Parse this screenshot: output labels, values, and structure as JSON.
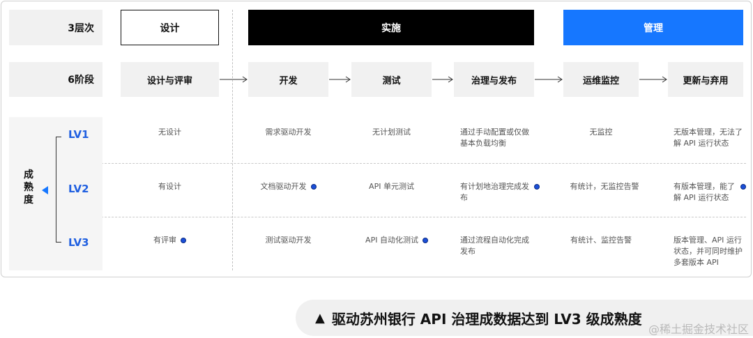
{
  "rows": {
    "layers_label": "3层次",
    "stages_label": "6阶段"
  },
  "layers": [
    {
      "label": "设计"
    },
    {
      "label": "实施"
    },
    {
      "label": "管理"
    }
  ],
  "stages": [
    {
      "label": "设计与评审"
    },
    {
      "label": "开发"
    },
    {
      "label": "测试"
    },
    {
      "label": "治理与发布"
    },
    {
      "label": "运维监控"
    },
    {
      "label": "更新与弃用"
    }
  ],
  "maturity": {
    "title": "成熟度",
    "levels": [
      "LV1",
      "LV2",
      "LV3"
    ]
  },
  "cells": [
    [
      "无设计",
      "需求驱动开发",
      "无计划测试",
      "通过手动配置或仅做基本负载均衡",
      "无监控",
      "无版本管理，无法了解 API 运行状态"
    ],
    [
      "有设计",
      "文档驱动开发",
      "API 单元测试",
      "有计划地治理完成发布",
      "有统计，无监控告警",
      "有版本管理，能了解 API 运行状态"
    ],
    [
      "有评审",
      "测试驱动开发",
      "API 自动化测试",
      "通过流程自动化完成发布",
      "有统计、监控告警",
      "版本管理、API 运行状态，并可同时维护多套版本 API"
    ]
  ],
  "caption": {
    "triangle": "▲",
    "text": "驱动苏州银行 API 治理成数据达到 LV3 级成熟度"
  },
  "watermark": "@稀土掘金技术社区",
  "colors": {
    "accent_blue": "#1677ff",
    "level_blue": "#1f5fe0",
    "dot_blue": "#1b4fd8",
    "implement_black": "#000000"
  }
}
